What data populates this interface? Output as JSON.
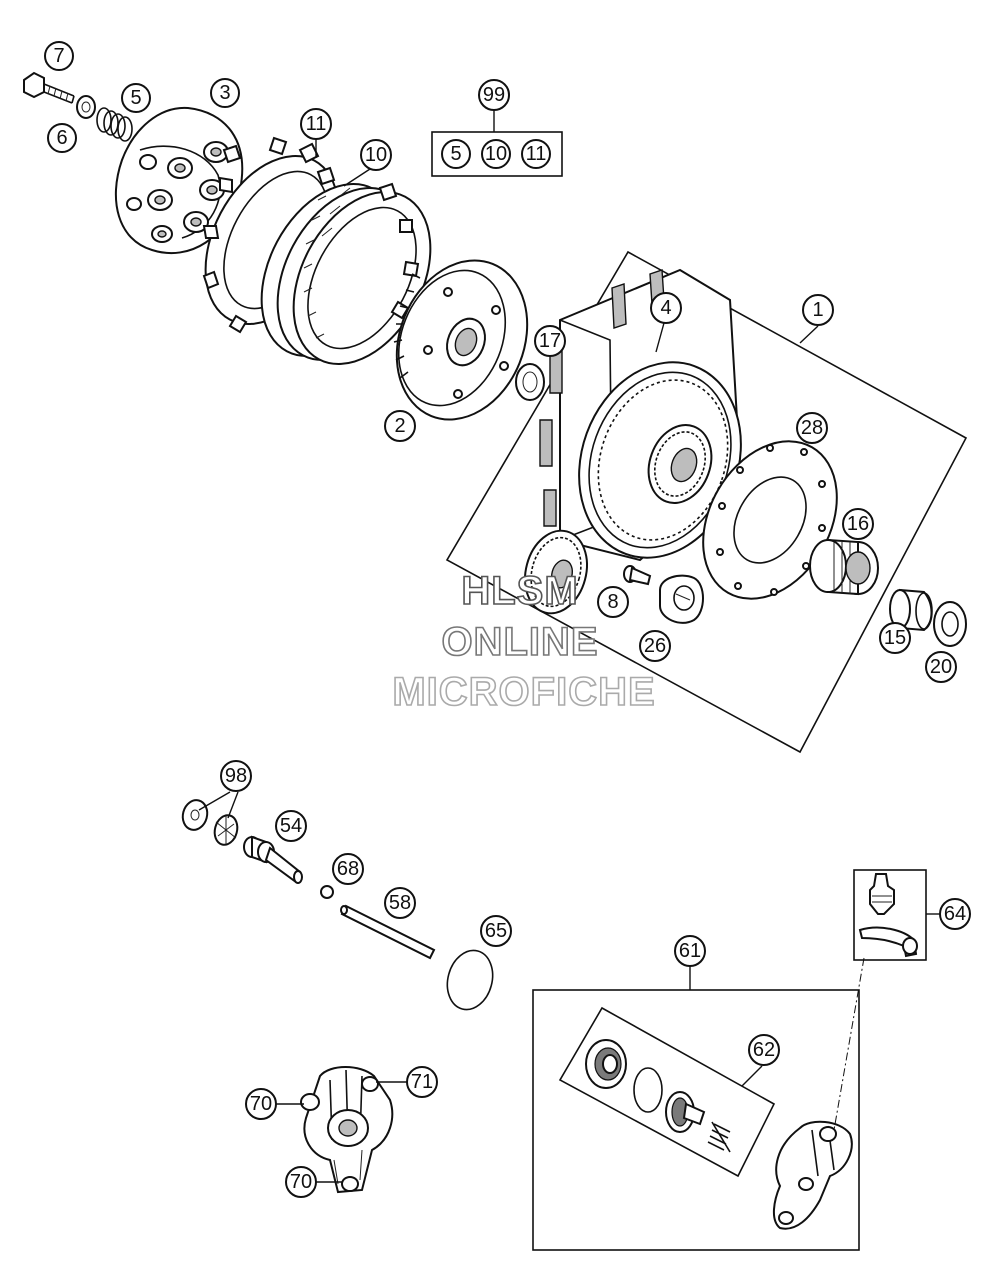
{
  "watermark": {
    "line1": "HLSM",
    "line2": "ONLINE",
    "line3": "MICROFICHE",
    "colors": [
      "#555555",
      "#777777",
      "#aaaaaa"
    ]
  },
  "callouts": {
    "c7": "7",
    "c5": "5",
    "c3": "3",
    "c6": "6",
    "c11": "11",
    "c10": "10",
    "c99": "99",
    "kit5": "5",
    "kit10": "10",
    "kit11": "11",
    "c4": "4",
    "c1": "1",
    "c17": "17",
    "c2": "2",
    "c28": "28",
    "c16": "16",
    "c8": "8",
    "c26": "26",
    "c15": "15",
    "c20": "20",
    "c98": "98",
    "c54": "54",
    "c68": "68",
    "c58": "58",
    "c65": "65",
    "c61": "61",
    "c64": "64",
    "c62": "62",
    "c71": "71",
    "c70a": "70",
    "c70b": "70"
  }
}
